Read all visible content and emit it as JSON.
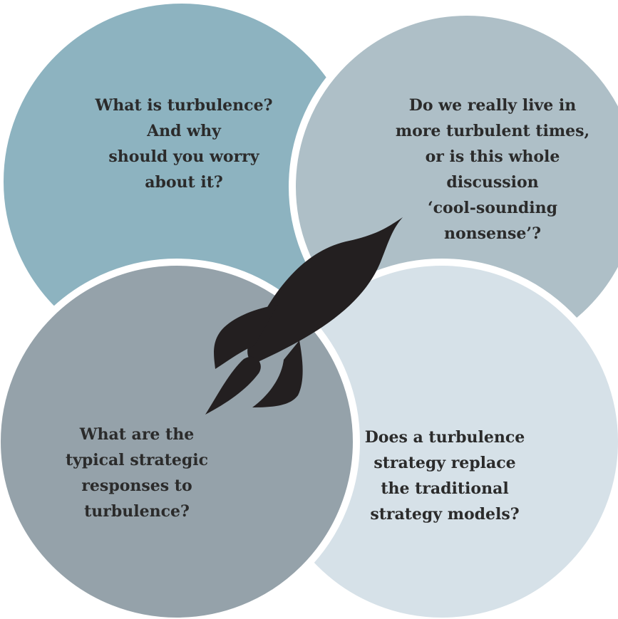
{
  "circles": [
    {
      "id": "top-left",
      "color": "#8db3c0",
      "lines": [
        "What is turbulence?",
        "And why",
        "should you worry",
        "about it?"
      ]
    },
    {
      "id": "top-right",
      "color": "#aebfc7",
      "lines": [
        "Do we really live in",
        "more turbulent times,",
        "or is this whole",
        "discussion",
        "‘cool-sounding",
        "nonsense’?"
      ]
    },
    {
      "id": "bottom-left",
      "color": "#95a2aa",
      "lines": [
        "What are the",
        "typical strategic",
        "responses to",
        "turbulence?"
      ]
    },
    {
      "id": "bottom-right",
      "color": "#d6e1e8",
      "lines": [
        "Does a turbulence",
        "strategy replace",
        "the traditional",
        "strategy models?"
      ]
    }
  ],
  "icon": "rocket-icon",
  "rocket_color": "#231f20",
  "border_color": "#ffffff"
}
